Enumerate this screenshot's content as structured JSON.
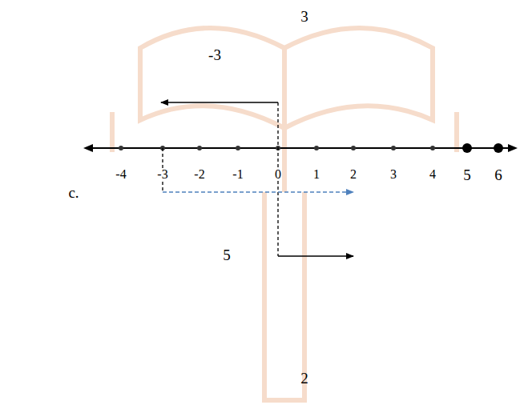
{
  "diagram": {
    "labels": [
      "3",
      "-3",
      "c.",
      "-4",
      "-3",
      "-2",
      "-1",
      "0",
      "1",
      "2",
      "3",
      "4",
      "5",
      "6",
      "5",
      "2"
    ]
  }
}
